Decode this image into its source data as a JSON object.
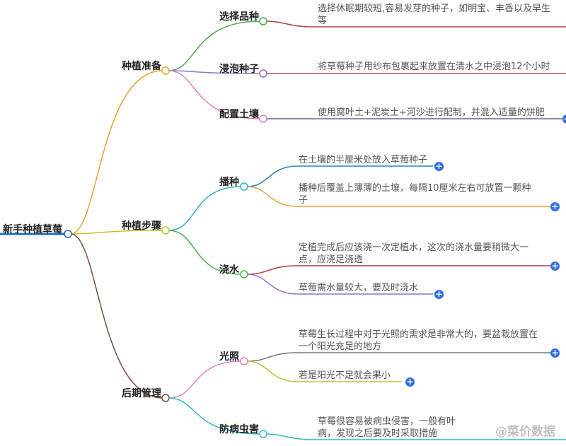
{
  "root": "新手种植草莓",
  "branches": [
    {
      "label": "种植准备",
      "children": [
        {
          "label": "选择品种",
          "text": "选择休眠期较短,容易发芽的种子，如明宝、丰香以及早生等"
        },
        {
          "label": "浸泡种子",
          "text": "将草莓种子用纱布包裹起来放置在清水之中浸泡12个小时"
        },
        {
          "label": "配置土壤",
          "text": "使用腐叶土+泥炭土+河沙进行配制，并混入适量的饼肥"
        }
      ]
    },
    {
      "label": "种植步骤",
      "children": [
        {
          "label": "播种",
          "texts": [
            "在土壤的半厘米处放入草莓种子",
            "播种后覆盖上薄薄的土壤，每隔10厘米左右可放置一颗种子"
          ]
        },
        {
          "label": "浇水",
          "texts": [
            "定植完成后应该浇一次定植水，这次的浇水量要稍微大一点，应浇足浇透",
            "草莓需水量较大，要及时浇水"
          ]
        }
      ]
    },
    {
      "label": "后期管理",
      "children": [
        {
          "label": "光照",
          "texts": [
            "草莓生长过程中对于光照的需求是非常大的，要盆栽放置在一个阳光充足的地方",
            "若是阳光不足就会果小"
          ]
        },
        {
          "label": "防病虫害",
          "text": "草莓很容易被病虫侵害，一般有叶",
          "text2": "病，发现之后要及时采取措施"
        }
      ]
    }
  ],
  "expand_icon": "+",
  "watermark": "@菜价数据"
}
